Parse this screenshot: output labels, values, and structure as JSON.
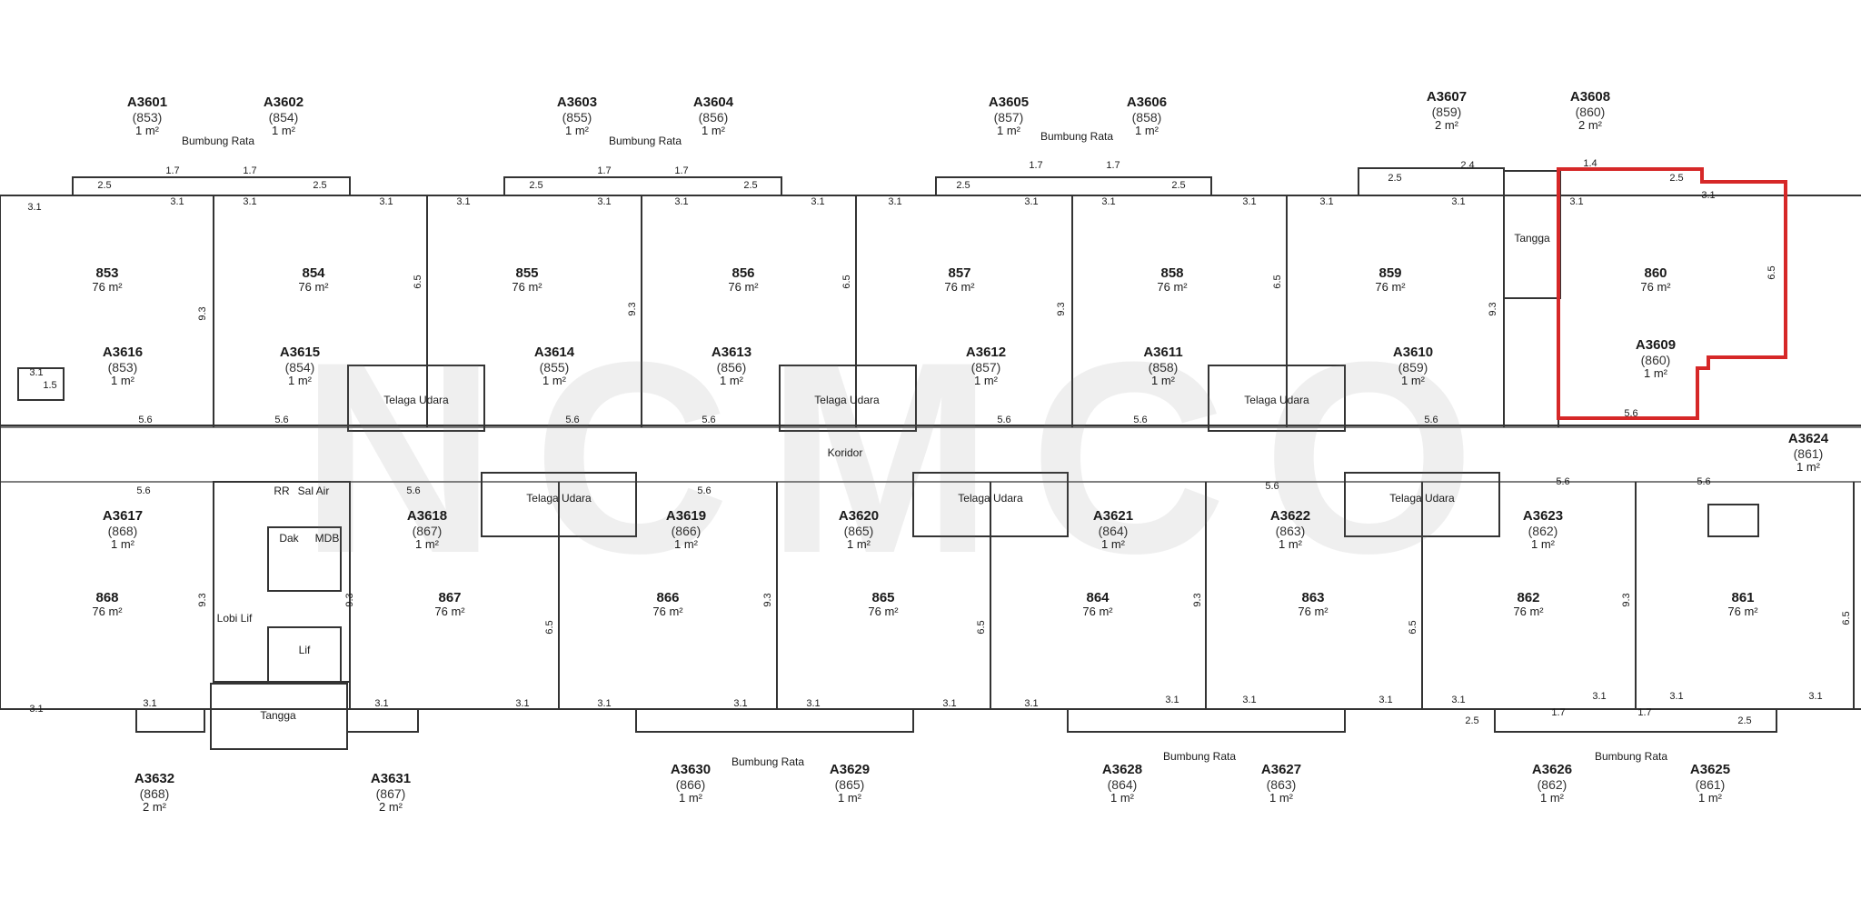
{
  "watermark": "NCMCO",
  "rooms": [
    {
      "id": "853",
      "area": "76 m²"
    },
    {
      "id": "854",
      "area": "76 m²"
    },
    {
      "id": "855",
      "area": "76 m²"
    },
    {
      "id": "856",
      "area": "76 m²"
    },
    {
      "id": "857",
      "area": "76 m²"
    },
    {
      "id": "858",
      "area": "76 m²"
    },
    {
      "id": "859",
      "area": "76 m²"
    },
    {
      "id": "860",
      "area": "76 m²",
      "highlighted": true
    },
    {
      "id": "868",
      "area": "76 m²"
    },
    {
      "id": "867",
      "area": "76 m²"
    },
    {
      "id": "866",
      "area": "76 m²"
    },
    {
      "id": "865",
      "area": "76 m²"
    },
    {
      "id": "864",
      "area": "76 m²"
    },
    {
      "id": "863",
      "area": "76 m²"
    },
    {
      "id": "862",
      "area": "76 m²"
    },
    {
      "id": "861",
      "area": "76 m²"
    }
  ],
  "accessory": [
    {
      "code": "A3601",
      "ref": "(853)",
      "area": "1 m²"
    },
    {
      "code": "A3602",
      "ref": "(854)",
      "area": "1 m²"
    },
    {
      "code": "A3603",
      "ref": "(855)",
      "area": "1 m²"
    },
    {
      "code": "A3604",
      "ref": "(856)",
      "area": "1 m²"
    },
    {
      "code": "A3605",
      "ref": "(857)",
      "area": "1 m²"
    },
    {
      "code": "A3606",
      "ref": "(858)",
      "area": "1 m²"
    },
    {
      "code": "A3607",
      "ref": "(859)",
      "area": "2 m²"
    },
    {
      "code": "A3608",
      "ref": "(860)",
      "area": "2 m²"
    },
    {
      "code": "A3616",
      "ref": "(853)",
      "area": "1 m²"
    },
    {
      "code": "A3615",
      "ref": "(854)",
      "area": "1 m²"
    },
    {
      "code": "A3614",
      "ref": "(855)",
      "area": "1 m²"
    },
    {
      "code": "A3613",
      "ref": "(856)",
      "area": "1 m²"
    },
    {
      "code": "A3612",
      "ref": "(857)",
      "area": "1 m²"
    },
    {
      "code": "A3611",
      "ref": "(858)",
      "area": "1 m²"
    },
    {
      "code": "A3610",
      "ref": "(859)",
      "area": "1 m²"
    },
    {
      "code": "A3609",
      "ref": "(860)",
      "area": "1 m²"
    },
    {
      "code": "A3617",
      "ref": "(868)",
      "area": "1 m²"
    },
    {
      "code": "A3618",
      "ref": "(867)",
      "area": "1 m²"
    },
    {
      "code": "A3619",
      "ref": "(866)",
      "area": "1 m²"
    },
    {
      "code": "A3620",
      "ref": "(865)",
      "area": "1 m²"
    },
    {
      "code": "A3621",
      "ref": "(864)",
      "area": "1 m²"
    },
    {
      "code": "A3622",
      "ref": "(863)",
      "area": "1 m²"
    },
    {
      "code": "A3623",
      "ref": "(862)",
      "area": "1 m²"
    },
    {
      "code": "A3624",
      "ref": "(861)",
      "area": "1 m²"
    },
    {
      "code": "A3632",
      "ref": "(868)",
      "area": "2 m²"
    },
    {
      "code": "A3631",
      "ref": "(867)",
      "area": "2 m²"
    },
    {
      "code": "A3630",
      "ref": "(866)",
      "area": "1 m²"
    },
    {
      "code": "A3629",
      "ref": "(865)",
      "area": "1 m²"
    },
    {
      "code": "A3628",
      "ref": "(864)",
      "area": "1 m²"
    },
    {
      "code": "A3627",
      "ref": "(863)",
      "area": "1 m²"
    },
    {
      "code": "A3626",
      "ref": "(862)",
      "area": "1 m²"
    },
    {
      "code": "A3625",
      "ref": "(861)",
      "area": "1 m²"
    }
  ],
  "spaces": {
    "telaga_udara": "Telaga Udara",
    "bumbung_rata": "Bumbung Rata",
    "tangga": "Tangga",
    "koridor": "Koridor",
    "lobi_lif": "Lobi Lif",
    "lif": "Lif",
    "rr": "RR",
    "sal_air": "Sal Air",
    "dak": "Dak",
    "mdb": "MDB"
  },
  "dims": {
    "d31": "3.1",
    "d25": "2.5",
    "d17": "1.7",
    "d24": "2.4",
    "d56": "5.6",
    "d93": "9.3",
    "d65": "6.5",
    "d15": "1.5",
    "d14": "1.4"
  },
  "colors": {
    "line": "#333333",
    "highlight": "#d62828",
    "paper": "#ffffff"
  }
}
